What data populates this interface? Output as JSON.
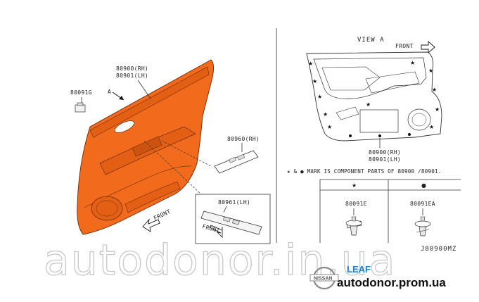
{
  "labels": {
    "part_80900_rh": "80900(RH)",
    "part_80901_lh": "80901(LH)",
    "part_80091g": "80091G",
    "arrow_a": "A",
    "part_80960_rh": "80960(RH)",
    "part_80961_lh": "80961(LH)",
    "front_main": "FRONT",
    "front_inset": "FRONT",
    "view_a": "VIEW A",
    "front_view": "FRONT",
    "view_part_rh": "80900(RH)",
    "view_part_lh": "80901(LH)",
    "mark_note": "★ & ● MARK IS COMPONENT PARTS OF 80900 /80901.",
    "table_star": "★",
    "table_dot": "●",
    "part_80091e": "80091E",
    "part_80091ea": "80091EA",
    "figure_code": "J80900MZ"
  },
  "branding": {
    "watermark": "autodonor.in.ua",
    "site": "autodonor.prom.ua",
    "model": "LEAF",
    "make": "NISSAN"
  },
  "colors": {
    "panel_fill": "#f26a1b",
    "panel_stroke": "#6b2a06",
    "line": "#333333",
    "watermark": "#c8c8c8",
    "leaf_blue": "#1f7fc8"
  }
}
